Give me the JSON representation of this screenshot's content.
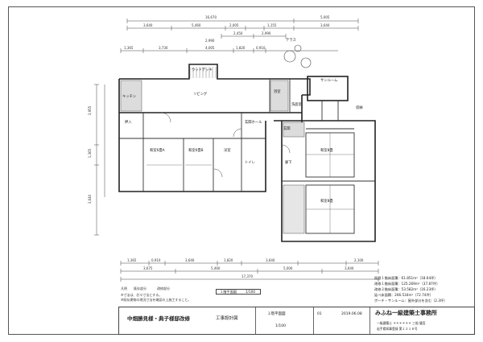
{
  "dims": {
    "top_total": "16,670",
    "top_right": "5,005",
    "top_row2": [
      "3,640",
      "5,460",
      "2,005",
      "1,155",
      "3,640"
    ],
    "top_row3": [
      "2,450",
      "2,990",
      "2,990"
    ],
    "top_row4": [
      "1,365",
      "3,730",
      "4,005",
      "1,820",
      "0,910"
    ],
    "left_side": [
      "3,955",
      "1,365",
      "3,640"
    ],
    "bottom_row1": [
      "1,365",
      "0,910",
      "3,640",
      "1,820",
      "3,640",
      "2,100"
    ],
    "bottom_row2": [
      "3,675",
      "5,460",
      "5,000",
      "3,640"
    ],
    "bottom_total": "17,370"
  },
  "rooms": {
    "deck": "ウッドデッキ",
    "living": "リビング",
    "kitchen": "キッチン",
    "bath": "浴室",
    "washroom": "洗面室",
    "hall": "玄関ホール",
    "entrance": "玄関",
    "closet": "押入",
    "room_a": "和室6畳A",
    "room_b": "和室6畳B",
    "room_c": "洋室",
    "toilet": "トイレ",
    "sunroom": "サンルーム",
    "garage_room1": "和室8畳",
    "garage_room2": "和室8畳",
    "corridor": "廊下",
    "storage": "収納"
  },
  "notes": {
    "top_right_note": "テラス",
    "legend_marks": [
      "凡例",
      "既存部分",
      "改修部分"
    ],
    "dim_note1": "※寸法は、芯々寸法とする。",
    "dim_note2": "※既存建物の現況寸法を確認の上施工すること。"
  },
  "area_table": {
    "rows": [
      {
        "label": "既設１階床面積",
        "value": "61.851m²（18.64坪）"
      },
      {
        "label": "改修１階床面積",
        "value": "125.269m²（37.87坪）"
      },
      {
        "label": "改修２階床面積",
        "value": "53.582m²（16.23坪）"
      },
      {
        "label": "延べ床面積",
        "value": "266.534m²（72.74坪）"
      },
      {
        "label": "ポーチ・サンルーム",
        "value": "屋外部分を含む（2.3坪）"
      }
    ]
  },
  "scale_box": {
    "label": "１階平面図",
    "scale": "1/100"
  },
  "title_block": {
    "project": "中畑勝見様・典子様邸改修",
    "stage": "工事設計図",
    "drawing_title": "１階平面図",
    "scale": "1/100",
    "sheet_no": "01",
    "date": "2019.06.08",
    "office": "みふね一級建築士事務所",
    "license1": "一級建築士 ＊＊＊＊＊＊ 三船 健吾",
    "license2": "岩手県知事登録 第１２１８号"
  },
  "colors": {
    "line": "#333333",
    "frame": "#555555",
    "fill": "#dddddd"
  }
}
